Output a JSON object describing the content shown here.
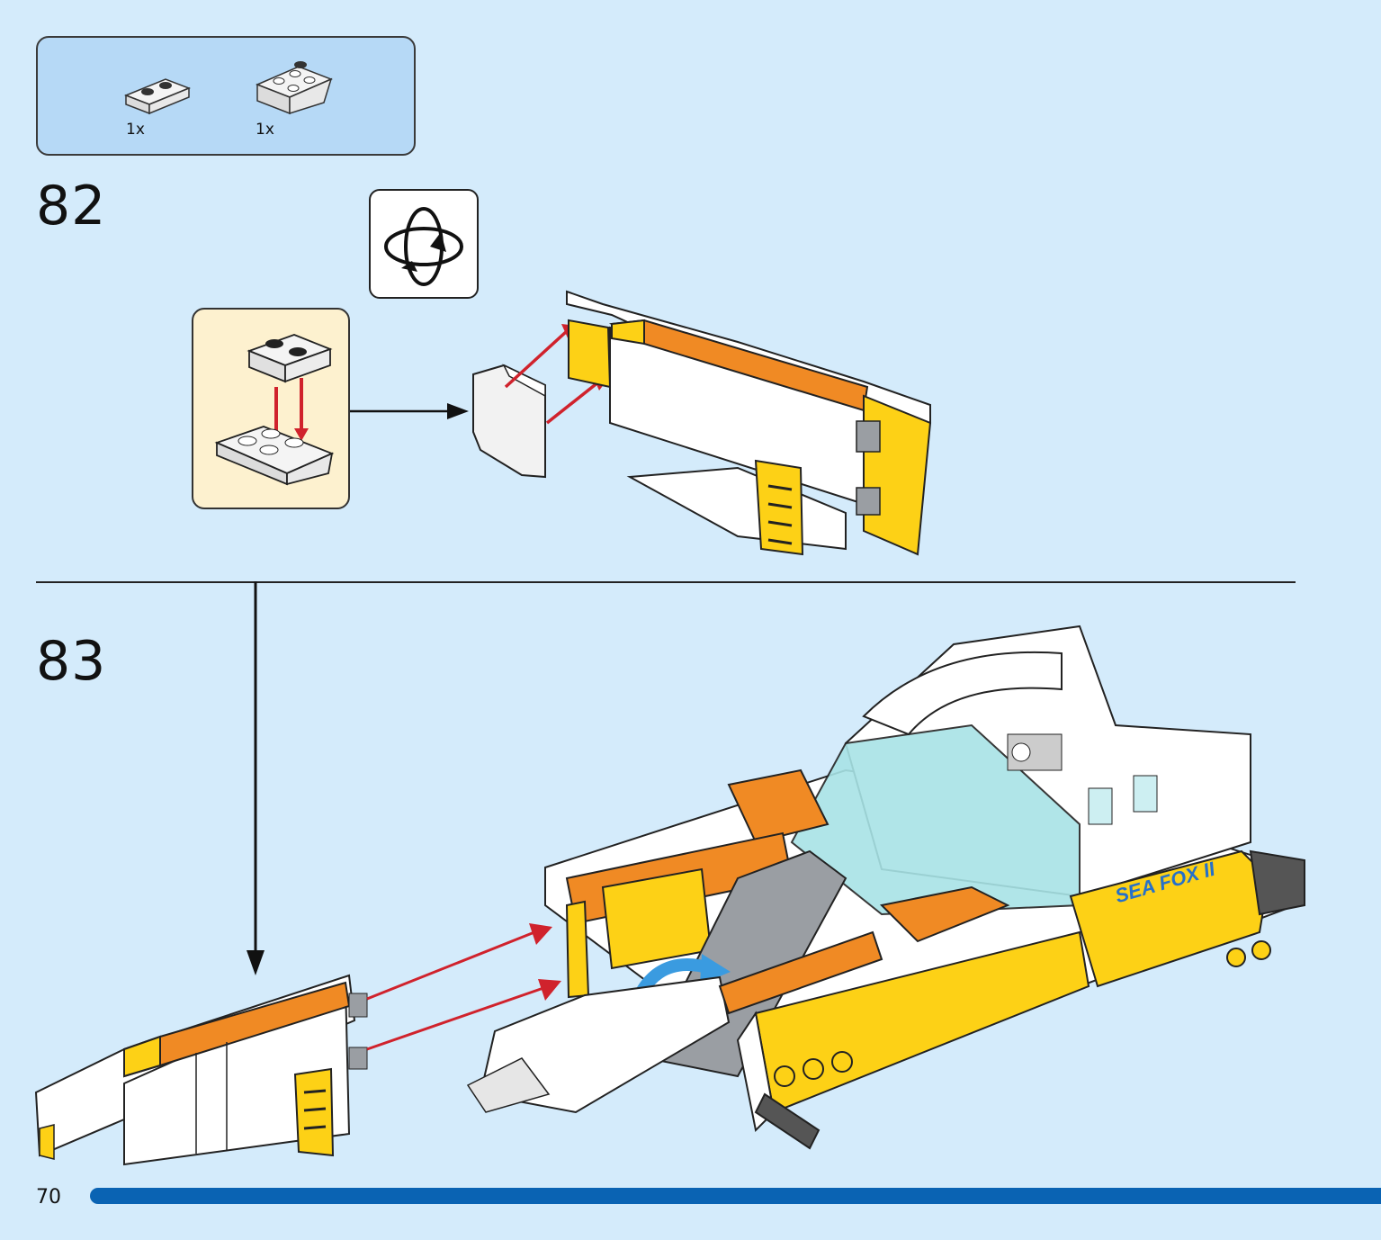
{
  "parts_list": {
    "items": [
      {
        "name": "plate-1x2-white",
        "quantity": "1x"
      },
      {
        "name": "inverted-slope-plate-white",
        "quantity": "1x"
      }
    ]
  },
  "steps": [
    {
      "number": "82"
    },
    {
      "number": "83",
      "decal_text": "SEA FOX II"
    }
  ],
  "icons": {
    "rotate": "rotate-model-icon"
  },
  "page": {
    "number": "70"
  },
  "colors": {
    "background": "#d4ebfb",
    "parts_box": "#b6d9f6",
    "subassembly_box": "#fdf1cf",
    "page_bar": "#0a63b3",
    "arrow_red": "#d0222c",
    "brick_orange": "#f08a24",
    "brick_yellow": "#fdd116",
    "brick_white": "#ffffff",
    "brick_gray": "#9a9ea3"
  }
}
